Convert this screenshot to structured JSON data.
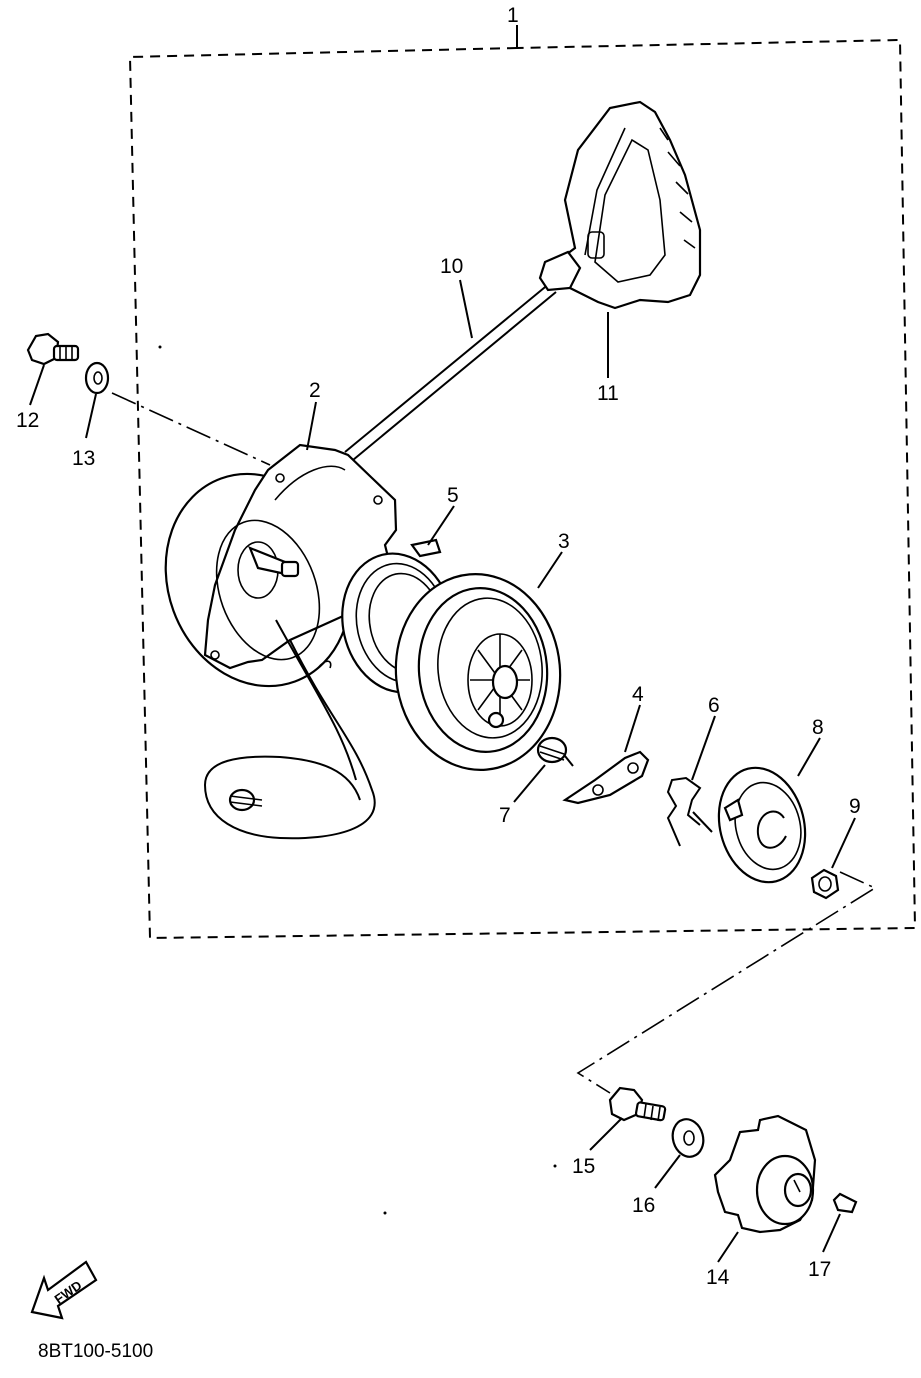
{
  "diagram": {
    "drawing_code": "8BT100-5100",
    "fwd_label": "FWD"
  },
  "parts": [
    {
      "num": "1",
      "icon": "assembly-outline"
    },
    {
      "num": "2",
      "icon": "starter-case"
    },
    {
      "num": "3",
      "icon": "sheave-drum"
    },
    {
      "num": "4",
      "icon": "pawl"
    },
    {
      "num": "5",
      "icon": "spiral-spring"
    },
    {
      "num": "6",
      "icon": "pawl-spring"
    },
    {
      "num": "7",
      "icon": "coil-spring"
    },
    {
      "num": "8",
      "icon": "drive-plate"
    },
    {
      "num": "9",
      "icon": "nut"
    },
    {
      "num": "10",
      "icon": "starter-rope"
    },
    {
      "num": "11",
      "icon": "starter-handle"
    },
    {
      "num": "12",
      "icon": "bolt"
    },
    {
      "num": "13",
      "icon": "washer"
    },
    {
      "num": "14",
      "icon": "drive-pulley"
    },
    {
      "num": "15",
      "icon": "bolt"
    },
    {
      "num": "16",
      "icon": "washer"
    },
    {
      "num": "17",
      "icon": "key"
    }
  ]
}
